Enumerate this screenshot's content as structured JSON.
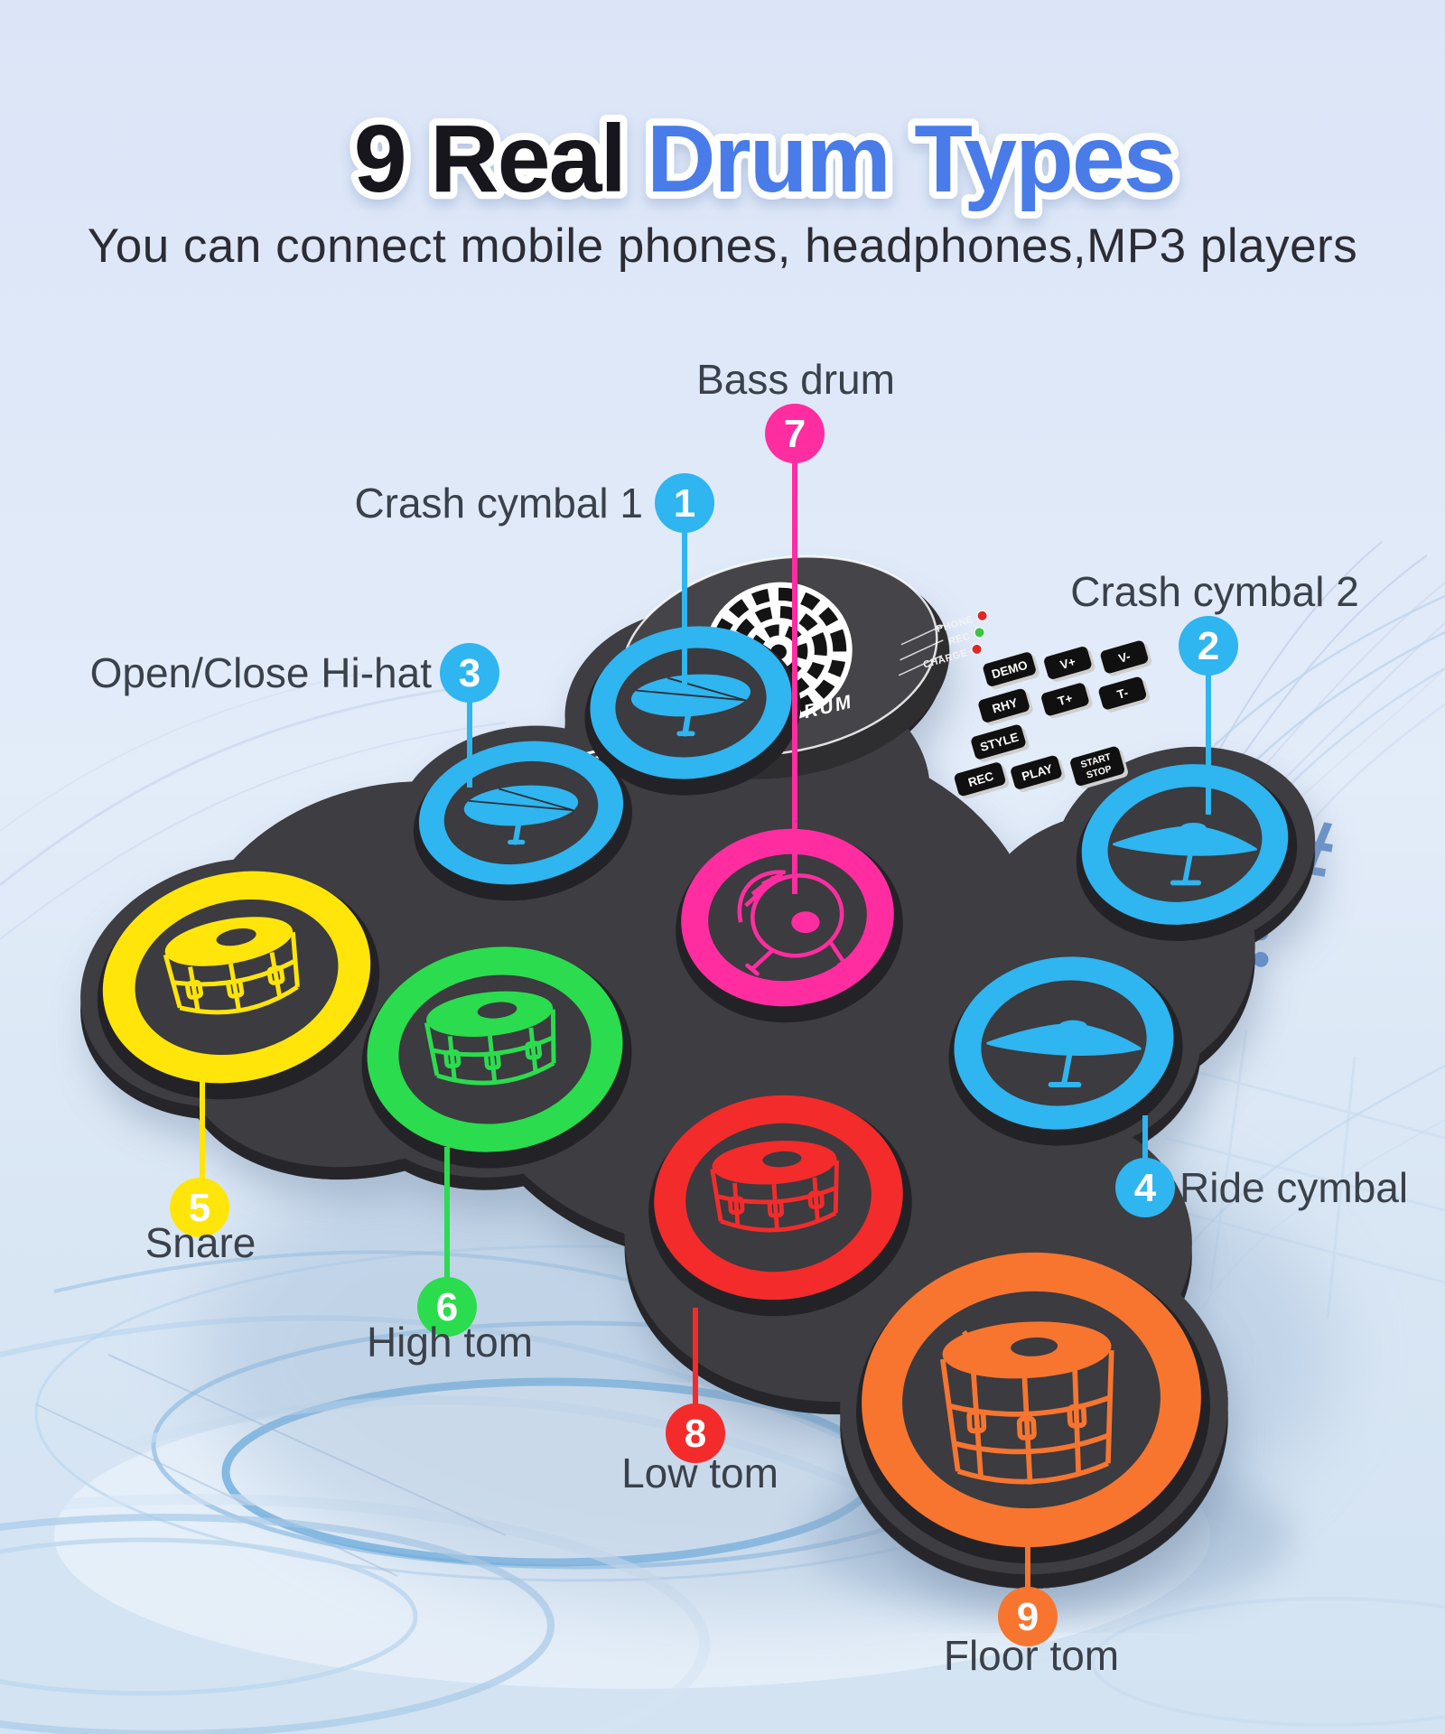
{
  "header": {
    "title_black": "9 Real",
    "title_blue": "Drum Types",
    "subtitle": "You can connect mobile phones, headphones,MP3 players"
  },
  "palette": {
    "background_top": "#dbe5f7",
    "background_bottom": "#d3e3f2",
    "title_black": "#17171a",
    "title_blue": "#4a7ce8",
    "subtitle_text": "#2c2c34",
    "label_text": "#3a414b",
    "mat_dark": "#3e3e43",
    "marker_cyan": "#2fb5ef"
  },
  "device": {
    "brand_text": "ELECTRONIC DRUM",
    "leds": [
      {
        "label": "PHONE",
        "color": "#e02727"
      },
      {
        "label": "REC",
        "color": "#39c43f"
      },
      {
        "label": "CHARGE",
        "color": "#e02727"
      }
    ],
    "buttons": [
      "DEMO",
      "V+",
      "V-",
      "RHY",
      "T+",
      "T-",
      "STYLE",
      "REC",
      "PLAY",
      "START",
      "STOP"
    ]
  },
  "pads": [
    {
      "num": "1",
      "label": "Crash cymbal 1",
      "color": "#2fb5ef"
    },
    {
      "num": "2",
      "label": "Crash cymbal 2",
      "color": "#2fb5ef"
    },
    {
      "num": "3",
      "label": "Open/Close Hi-hat",
      "color": "#2fb5ef"
    },
    {
      "num": "4",
      "label": "Ride cymbal",
      "color": "#2fb5ef"
    },
    {
      "num": "5",
      "label": "Snare",
      "color": "#ffe50a"
    },
    {
      "num": "6",
      "label": "High tom",
      "color": "#2bdc4e"
    },
    {
      "num": "7",
      "label": "Bass drum",
      "color": "#ff2d9f"
    },
    {
      "num": "8",
      "label": "Low tom",
      "color": "#f32b2b"
    },
    {
      "num": "9",
      "label": "Floor tom",
      "color": "#f7752f"
    }
  ]
}
